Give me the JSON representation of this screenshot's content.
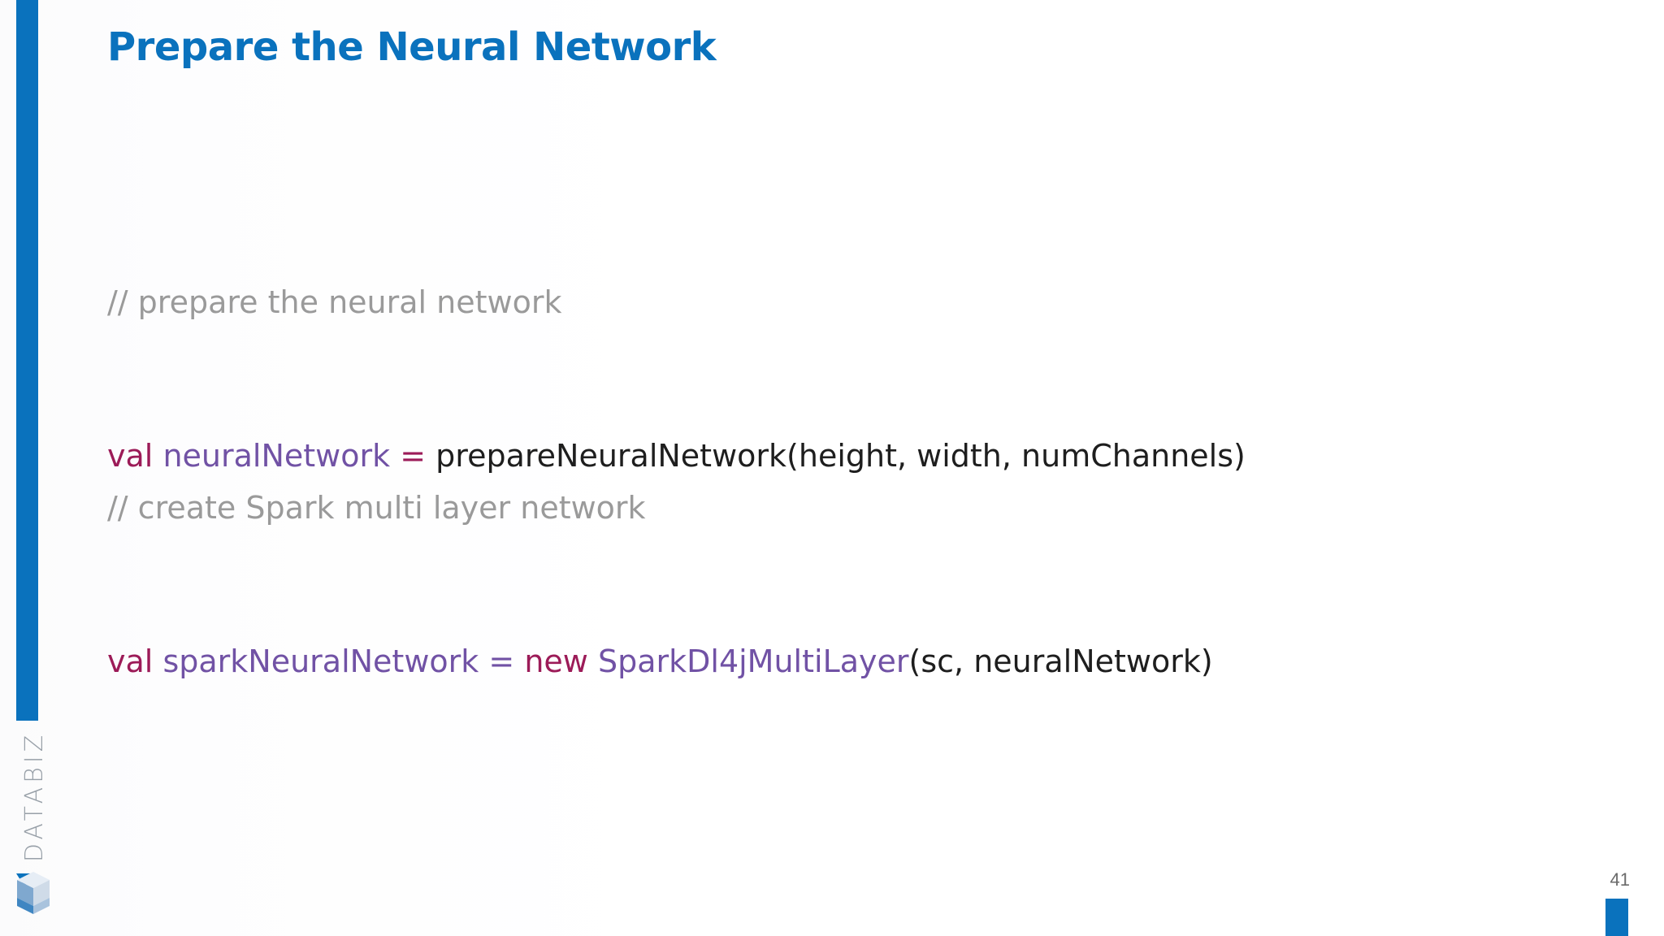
{
  "slide": {
    "title": "Prepare the Neural Network",
    "page_number": "41",
    "brand": {
      "name": "DATABIZ",
      "logo_icon": "databiz-cube-logo-icon"
    },
    "colors": {
      "accent": "#0a72bd",
      "comment": "#9a9a9a",
      "keyword": "#9c1b58",
      "identifier": "#7152a5",
      "text": "#1e1e1e"
    }
  },
  "code": {
    "block1": {
      "comment": "// prepare the neural network",
      "kw_val": "val",
      "ident": "neuralNetwork",
      "op_eq": "=",
      "call": "prepareNeuralNetwork(height, width, numChannels)"
    },
    "block2": {
      "comment": "// create Spark multi layer network",
      "kw_val": "val",
      "ident": "sparkNeuralNetwork",
      "op_eq": "=",
      "kw_new": "new",
      "class_name": "SparkDl4jMultiLayer",
      "args": "(sc, neuralNetwork)"
    }
  }
}
